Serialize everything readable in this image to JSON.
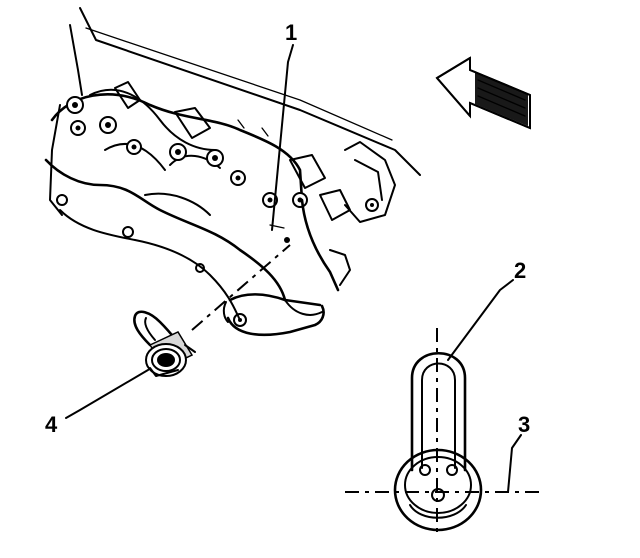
{
  "callouts": {
    "c1": "1",
    "c2": "2",
    "c3": "3",
    "c4": "4"
  },
  "icons": {
    "direction_arrow": "view-direction-arrow-icon"
  }
}
